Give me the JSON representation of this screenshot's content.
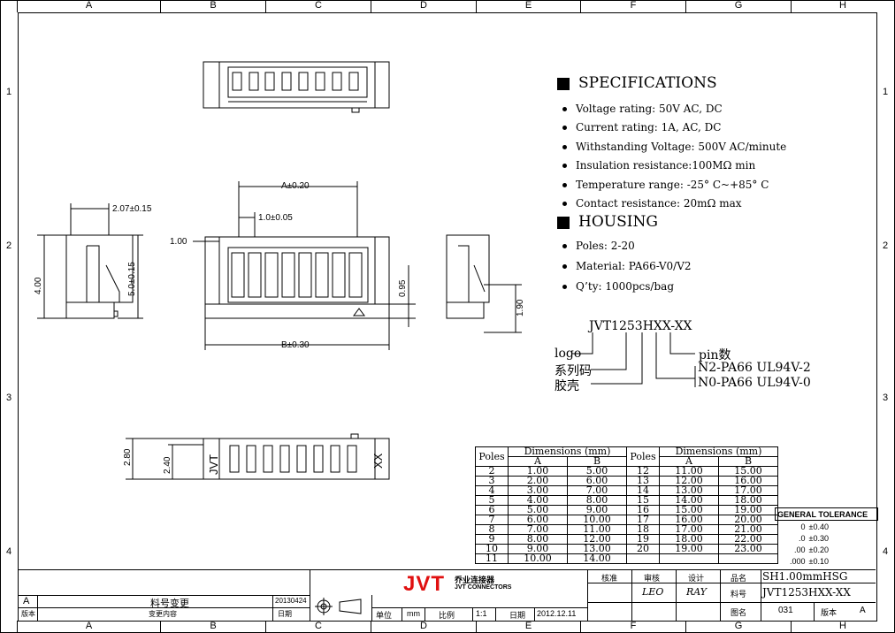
{
  "zones": {
    "columns": [
      "A",
      "B",
      "C",
      "D",
      "E",
      "F",
      "G",
      "H"
    ],
    "rows": [
      "1",
      "2",
      "3",
      "4"
    ]
  },
  "specifications": {
    "title": "SPECIFICATIONS",
    "items": [
      "Voltage rating: 50V AC, DC",
      "Current rating: 1A, AC, DC",
      "Withstanding Voltage: 500V AC/minute",
      "Insulation resistance:100MΩ min",
      "Temperature range: -25° C~+85° C",
      "Contact resistance: 20mΩ max"
    ]
  },
  "housing": {
    "title": "HOUSING",
    "items": [
      "Poles: 2-20",
      "Material: PA66-V0/V2",
      "Q’ty: 1000pcs/bag"
    ]
  },
  "part_code": {
    "code": "JVT1253HXX-XX",
    "logo": "logo",
    "series": "系列码",
    "housing": "胶壳",
    "pins": "pin数",
    "n2": "N2-PA66 UL94V-2",
    "n0": "N0-PA66 UL94V-0"
  },
  "dimensions": {
    "a": "A±0.20",
    "pitch": "1.0±0.05",
    "b": "B±0.30",
    "side_w": "2.07±0.15",
    "h4": "4.00",
    "h5": "5.0±0.15",
    "d100": "1.00",
    "d095": "0.95",
    "d190": "1.90",
    "d280": "2.80",
    "d240": "2.40",
    "marking_left": "JVT",
    "marking_right": "XX"
  },
  "table": {
    "headers": {
      "poles": "Poles",
      "dims": "Dimensions (mm)",
      "a": "A",
      "b": "B"
    },
    "left": [
      [
        "2",
        "1.00",
        "5.00"
      ],
      [
        "3",
        "2.00",
        "6.00"
      ],
      [
        "4",
        "3.00",
        "7.00"
      ],
      [
        "5",
        "4.00",
        "8.00"
      ],
      [
        "6",
        "5.00",
        "9.00"
      ],
      [
        "7",
        "6.00",
        "10.00"
      ],
      [
        "8",
        "7.00",
        "11.00"
      ],
      [
        "9",
        "8.00",
        "12.00"
      ],
      [
        "10",
        "9.00",
        "13.00"
      ],
      [
        "11",
        "10.00",
        "14.00"
      ]
    ],
    "right": [
      [
        "12",
        "11.00",
        "15.00"
      ],
      [
        "13",
        "12.00",
        "16.00"
      ],
      [
        "14",
        "13.00",
        "17.00"
      ],
      [
        "15",
        "14.00",
        "18.00"
      ],
      [
        "16",
        "15.00",
        "19.00"
      ],
      [
        "17",
        "16.00",
        "20.00"
      ],
      [
        "18",
        "17.00",
        "21.00"
      ],
      [
        "19",
        "18.00",
        "22.00"
      ],
      [
        "20",
        "19.00",
        "23.00"
      ]
    ]
  },
  "tolerance": {
    "title": "GENERAL TOLERANCE",
    "rows": [
      [
        "0",
        "±0.40"
      ],
      [
        ".0",
        "±0.30"
      ],
      [
        ".00",
        "±0.20"
      ],
      [
        ".000",
        "±0.10"
      ]
    ]
  },
  "title_block": {
    "rev_letter": "A",
    "change_title": "料号变更",
    "rev_date": "20130424",
    "rev_label": "版本",
    "change_label": "变更内容",
    "date_label": "日期",
    "unit_label": "单位",
    "unit": "mm",
    "scale_label": "比例",
    "scale": "1:1",
    "date_label2": "日期",
    "date": "2012.12.11",
    "company_cn": "乔业连接器",
    "company_en": "JVT CONNECTORS",
    "brand": "JVT",
    "check_label": "核准",
    "review_label": "审核",
    "design_label": "设计",
    "reviewer": "LEO",
    "designer": "RAY",
    "name_label": "品名",
    "name": "SH1.00mmHSG",
    "part_label": "料号",
    "part": "JVT1253HXX-XX",
    "drawing_label": "图名",
    "drawing": "031",
    "version_label": "版本",
    "version": "A"
  }
}
